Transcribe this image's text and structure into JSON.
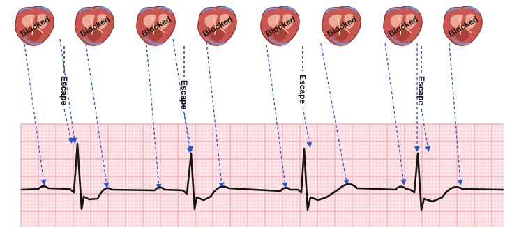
{
  "hearts": [
    {
      "label": "Blocked"
    },
    {
      "label": "Blocked"
    },
    {
      "label": "Blocked"
    },
    {
      "label": "Blocked"
    },
    {
      "label": "Blocked"
    },
    {
      "label": "Blocked"
    },
    {
      "label": "Blocked"
    },
    {
      "label": "Blocked"
    }
  ],
  "escape_labels": [
    "Escape",
    "Escape",
    "Escape",
    "Escape"
  ],
  "colors": {
    "grid_minor": "#f6b9c2",
    "grid_major": "#ef8c9c",
    "grid_bg": "#fde8ea",
    "trace": "#151515",
    "arrow": "#2a55c8",
    "escape_arrow": "#111111",
    "heart_body": "#c9574f",
    "heart_dark": "#8e2f2c",
    "heart_light": "#f0b49f",
    "heart_blue": "#6e98d8"
  }
}
